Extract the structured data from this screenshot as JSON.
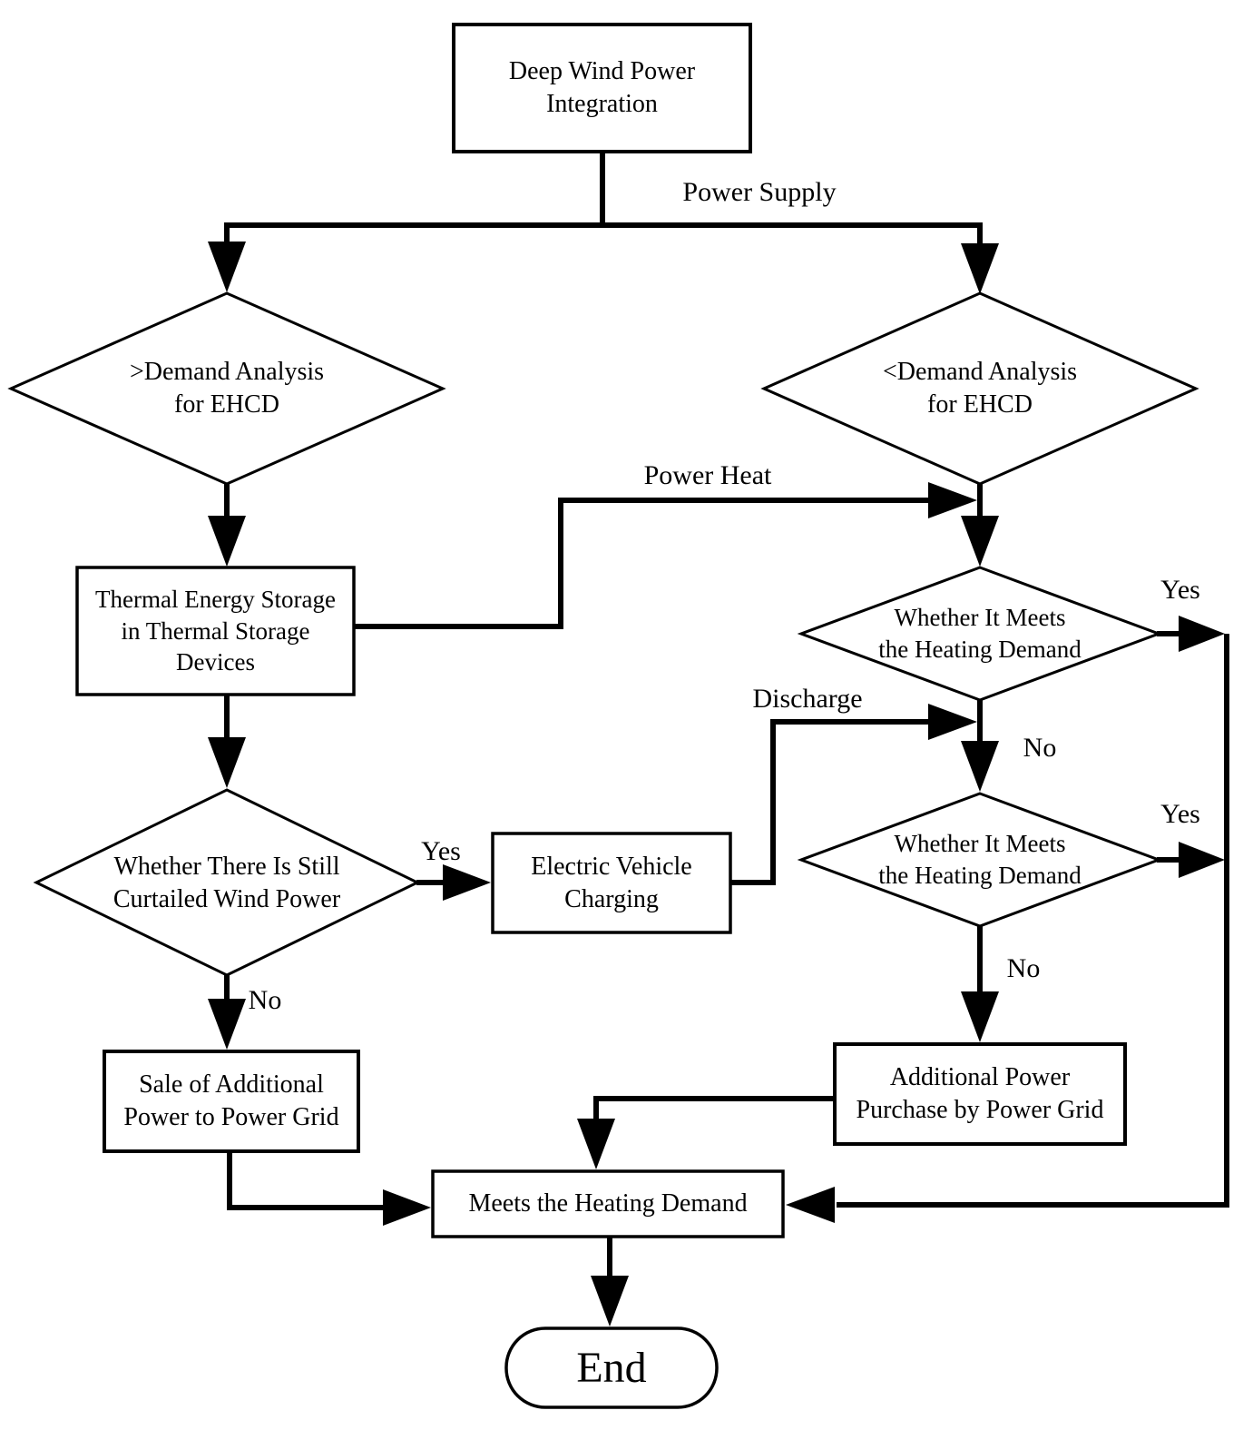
{
  "diagram": {
    "title": "Deep Wind Power Integration flowchart",
    "colors": {
      "line": "#000000",
      "shape_fill": "#ffffff",
      "background": "#ffffff",
      "text": "#000000"
    },
    "nodes": {
      "start": "Deep Wind Power\nIntegration",
      "demand_gt": ">Demand Analysis\nfor EHCD",
      "demand_lt": "<Demand Analysis\nfor EHCD",
      "thermal_storage": "Thermal Energy Storage\nin Thermal Storage\nDevices",
      "whether_meets_1": "Whether It Meets\nthe Heating Demand",
      "ev_charging": "Electric Vehicle\nCharging",
      "curtailed_wind": "Whether There Is Still\nCurtailed Wind Power",
      "whether_meets_2": "Whether It Meets\nthe Heating Demand",
      "sale_power": "Sale of Additional\nPower to Power Grid",
      "purchase_power": "Additional Power\nPurchase by Power Grid",
      "meets_demand": "Meets the Heating Demand",
      "end": "End"
    },
    "edge_labels": {
      "power_supply": "Power Supply",
      "power_heat": "Power Heat",
      "discharge": "Discharge",
      "whether1_yes": "Yes",
      "whether1_no": "No",
      "whether2_yes": "Yes",
      "whether2_no": "No",
      "curtailed_yes": "Yes",
      "curtailed_no": "No"
    }
  }
}
